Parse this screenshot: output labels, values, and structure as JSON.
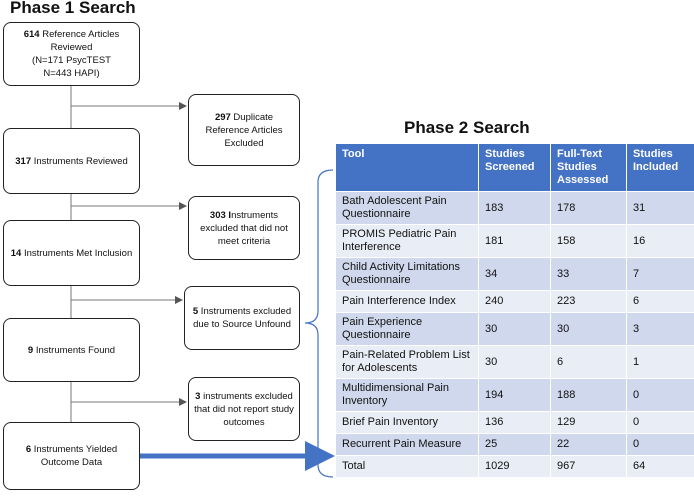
{
  "phase1": {
    "title": "Phase 1 Search",
    "boxes": [
      {
        "bold": "614",
        "text": " Reference Articles Reviewed",
        "sub1": "(N=171 PsycTEST",
        "sub2": "N=443 HAPI)"
      },
      {
        "bold": "317",
        "text": " Instruments Reviewed"
      },
      {
        "bold": "14",
        "text": " Instruments Met Inclusion"
      },
      {
        "bold": "9",
        "text": " Instruments Found"
      },
      {
        "bold": "6",
        "text": " Instruments Yielded Outcome Data"
      }
    ],
    "side_boxes": [
      {
        "bold": "297",
        "text": " Duplicate Reference Articles Excluded"
      },
      {
        "bold": "303 I",
        "text": "nstruments excluded that did not meet criteria"
      },
      {
        "bold": "5",
        "text": " Instruments excluded due to Source Unfound"
      },
      {
        "bold": "3",
        "text": " instruments excluded that did not report study outcomes"
      }
    ]
  },
  "phase2": {
    "title": "Phase 2 Search",
    "headers": [
      "Tool",
      "Studies Screened",
      "Full-Text Studies Assessed",
      "Studies Included"
    ],
    "rows": [
      [
        "Bath Adolescent Pain Questionnaire",
        "183",
        "178",
        "31"
      ],
      [
        "PROMIS Pediatric Pain Interference",
        "181",
        "158",
        "16"
      ],
      [
        "Child Activity Limitations Questionnaire",
        "34",
        "33",
        "7"
      ],
      [
        "Pain Interference Index",
        "240",
        "223",
        "6"
      ],
      [
        "Pain Experience Questionnaire",
        "30",
        "30",
        "3"
      ],
      [
        "Pain-Related Problem List for Adolescents",
        "30",
        "6",
        "1"
      ],
      [
        "Multidimensional Pain Inventory",
        "194",
        "188",
        "0"
      ],
      [
        "Brief Pain Inventory",
        "136",
        "129",
        "0"
      ],
      [
        "Recurrent Pain Measure",
        "25",
        "22",
        "0"
      ],
      [
        "Total",
        "1029",
        "967",
        "64"
      ]
    ]
  },
  "colors": {
    "header": "#4472c4",
    "row_odd": "#cfd8ec",
    "row_even": "#e9edf6",
    "arrow": "#4472c4"
  }
}
